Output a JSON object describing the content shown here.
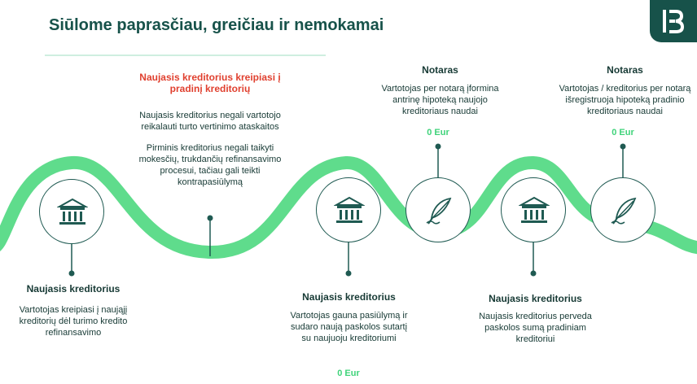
{
  "title": "Siūlome paprasčiau, greičiau ir nemokamai",
  "colors": {
    "brand": "#17524a",
    "accent_green": "#3fd37a",
    "red": "#e0402f",
    "text": "#173a35"
  },
  "steps": [
    {
      "heading": "Naujasis kreditorius",
      "text": "Vartotojas kreipiasi į naująjį kreditorių dėl turimo kredito refinansavimo",
      "icon": "bank-icon"
    },
    {
      "heading": "Naujasis kreditorius kreipiasi į pradinį kreditorių",
      "text1": "Naujasis kreditorius negali vartotojo reikalauti turto vertinimo ataskaitos",
      "text2": "Pirminis kreditorius negali taikyti mokesčių, trukdančių refinansavimo procesui, tačiau gali teikti kontrapasiūlymą"
    },
    {
      "heading": "Naujasis kreditorius",
      "text": "Vartotojas gauna pasiūlymą ir sudaro naują paskolos sutartį su naujuoju kreditoriumi",
      "price": "0 Eur",
      "icon": "bank-icon"
    },
    {
      "heading": "Notaras",
      "text": "Vartotojas per notarą įformina antrinę hipoteką naujojo kreditoriaus naudai",
      "price": "0 Eur",
      "icon": "quill-icon"
    },
    {
      "heading": "Naujasis kreditorius",
      "text": "Naujasis kreditorius perveda paskolos sumą pradiniam kreditoriui",
      "icon": "bank-icon"
    },
    {
      "heading": "Notaras",
      "text": "Vartotojas / kreditorius per notarą išregistruoja hipoteką pradinio kreditoriaus naudai",
      "price": "0 Eur",
      "icon": "quill-icon"
    }
  ]
}
